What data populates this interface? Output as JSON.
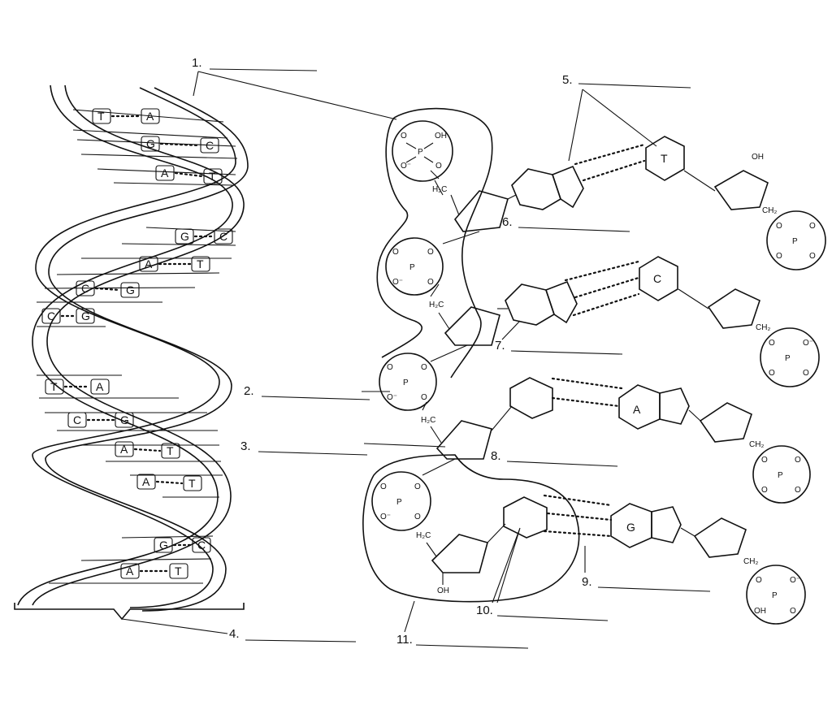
{
  "labels": [
    {
      "num": "1.",
      "name": "label-1"
    },
    {
      "num": "2.",
      "name": "label-2"
    },
    {
      "num": "3.",
      "name": "label-3"
    },
    {
      "num": "4.",
      "name": "label-4"
    },
    {
      "num": "5.",
      "name": "label-5"
    },
    {
      "num": "6.",
      "name": "label-6"
    },
    {
      "num": "7.",
      "name": "label-7"
    },
    {
      "num": "8.",
      "name": "label-8"
    },
    {
      "num": "9.",
      "name": "label-9"
    },
    {
      "num": "10.",
      "name": "label-10"
    },
    {
      "num": "11.",
      "name": "label-11"
    }
  ],
  "helix_pairs": [
    [
      "T",
      "A"
    ],
    [
      "G",
      "C"
    ],
    [
      "A",
      "T"
    ],
    [
      "G",
      "C"
    ],
    [
      "A",
      "T"
    ],
    [
      "C",
      "G"
    ],
    [
      "C",
      "G"
    ],
    [
      "T",
      "A"
    ],
    [
      "C",
      "G"
    ],
    [
      "A",
      "T"
    ],
    [
      "A",
      "T"
    ],
    [
      "G",
      "C"
    ],
    [
      "A",
      "T"
    ]
  ],
  "right_bases": [
    "T",
    "C",
    "A",
    "G"
  ],
  "atoms": {
    "oh": "OH",
    "h2c": "H₂C",
    "ch2": "CH₂",
    "p": "P",
    "o": "O",
    "o_minus": "O⁻"
  }
}
